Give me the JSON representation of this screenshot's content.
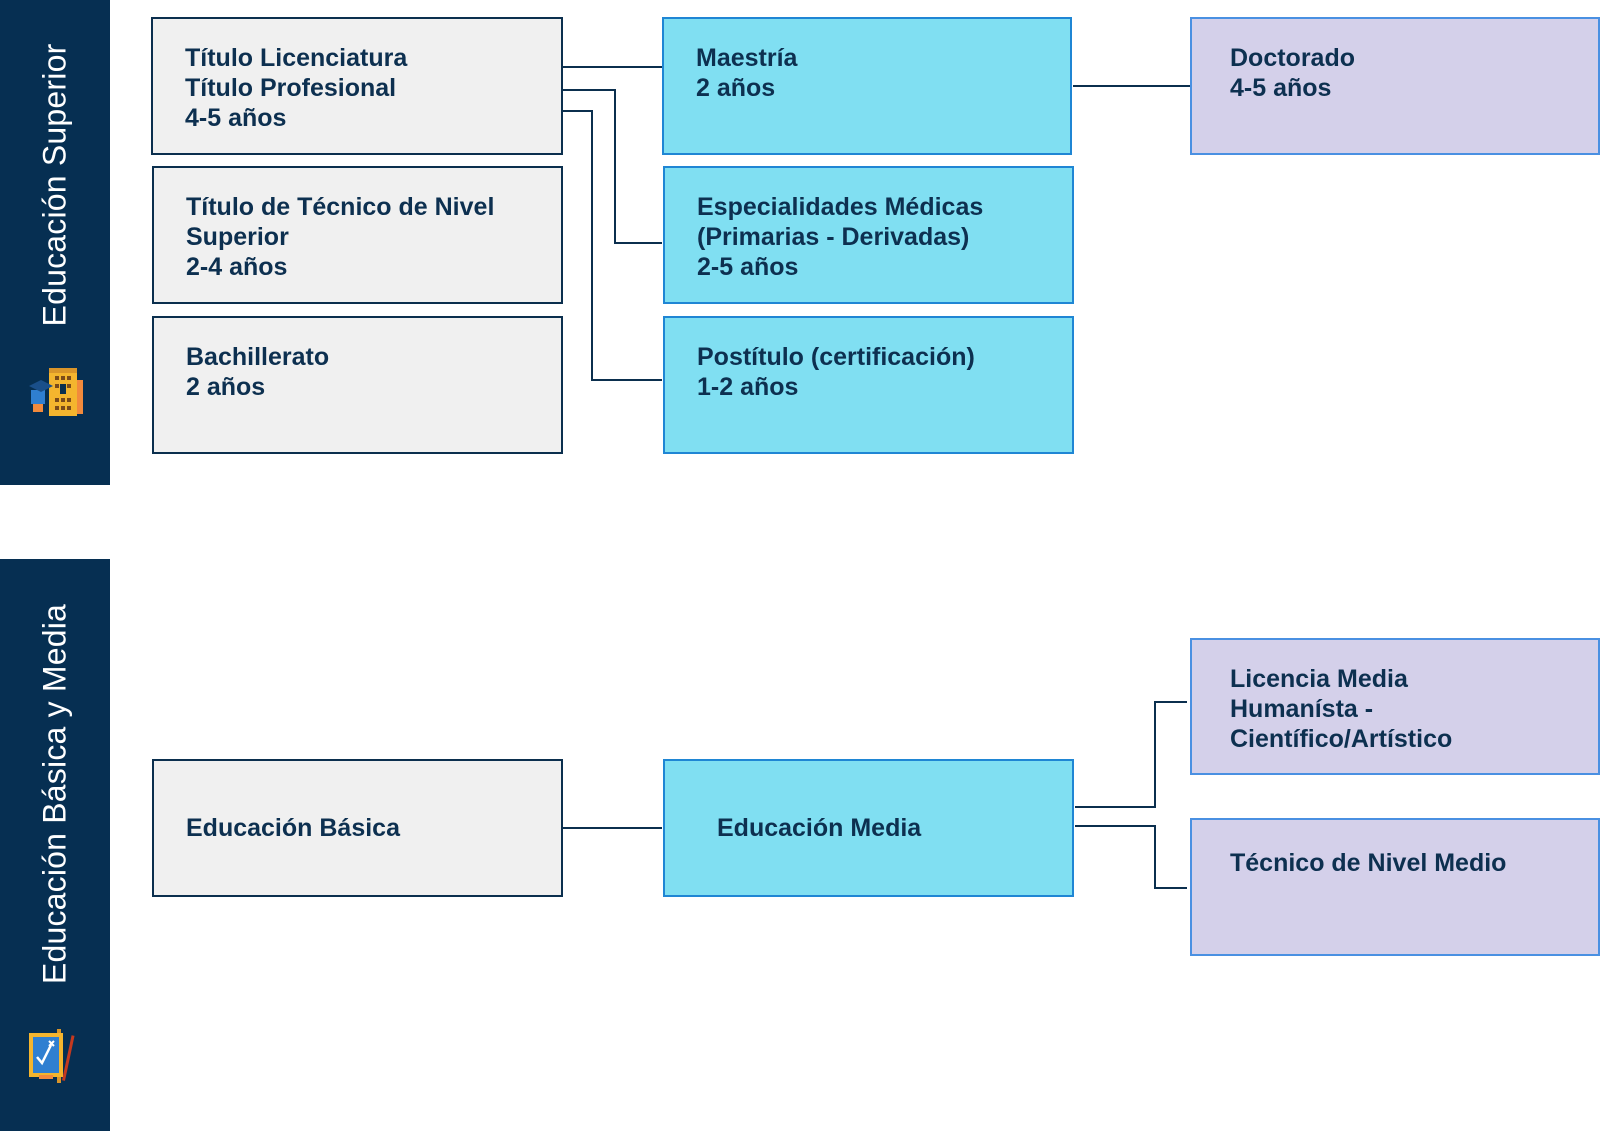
{
  "sections": {
    "superior": {
      "label": "Educación Superior",
      "icon": "university-building-icon"
    },
    "basica_media": {
      "label": "Educación Básica y Media",
      "icon": "chalkboard-easel-icon"
    }
  },
  "boxes": {
    "licenciatura": {
      "lines": [
        "Título Licenciatura",
        "Título Profesional",
        "4-5 años"
      ]
    },
    "tecnico_superior": {
      "lines": [
        "Título de Técnico de Nivel",
        "Superior",
        "2-4 años"
      ]
    },
    "bachillerato": {
      "lines": [
        "Bachillerato",
        "2 años"
      ]
    },
    "maestria": {
      "lines": [
        "Maestría",
        "2 años"
      ]
    },
    "especialidades": {
      "lines": [
        "Especialidades Médicas",
        "(Primarias - Derivadas)",
        "2-5 años"
      ]
    },
    "postitulo": {
      "lines": [
        "Postítulo (certificación)",
        "1-2 años"
      ]
    },
    "doctorado": {
      "lines": [
        "Doctorado",
        "4-5 años"
      ]
    },
    "educacion_basica": {
      "lines": [
        "Educación Básica"
      ]
    },
    "educacion_media": {
      "lines": [
        "Educación Media"
      ]
    },
    "licencia_media": {
      "lines": [
        "Licencia Media",
        "Humanísta -",
        "Científico/Artístico"
      ]
    },
    "tecnico_medio": {
      "lines": [
        "Técnico de Nivel Medio"
      ]
    }
  },
  "colors": {
    "band": "#062f52",
    "grey_box": "#f0f0f0",
    "cyan_box": "#80dff2",
    "lavender_box": "#d4d0ea",
    "text": "#0d3050",
    "connector": "#0b2f4e"
  }
}
